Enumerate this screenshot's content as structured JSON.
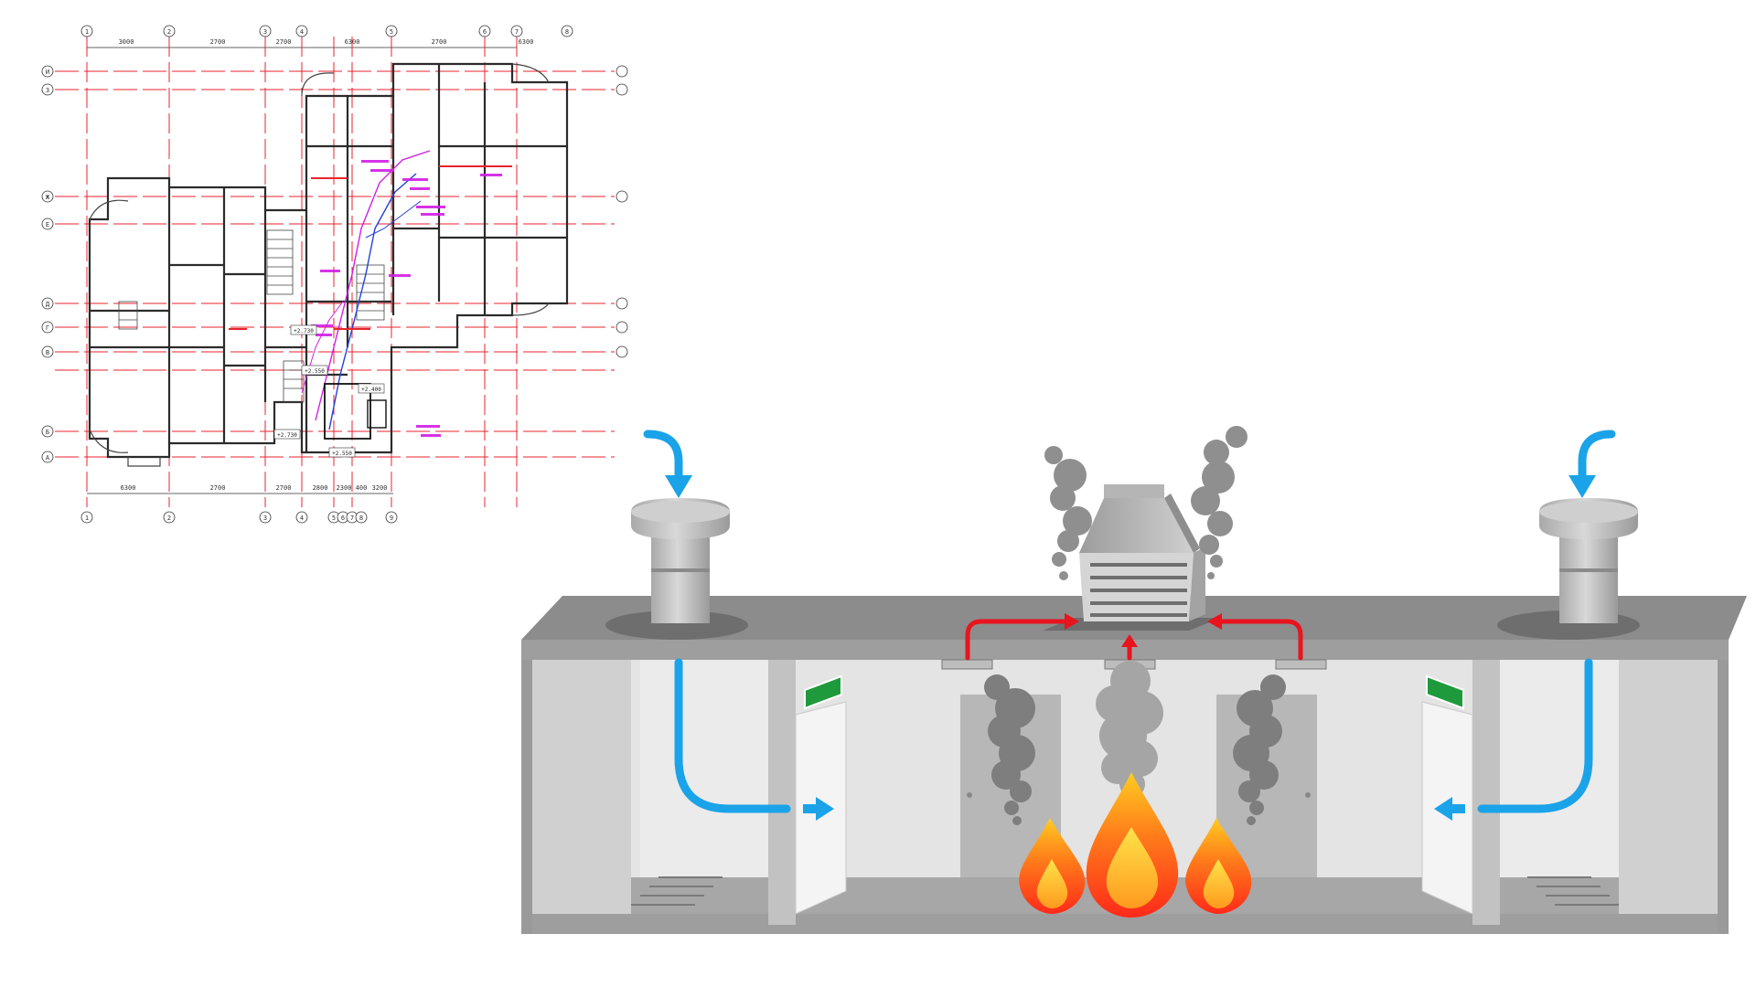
{
  "floor_plan": {
    "dimensions_top": [
      "3000",
      "2700",
      "2700",
      "6300",
      "2700",
      "6300"
    ],
    "dimensions_bottom": [
      "6300",
      "2700",
      "2700",
      "2800",
      "2300",
      "400",
      "3200"
    ],
    "grid_labels_top": [
      "1",
      "2",
      "3",
      "4",
      "5",
      "6",
      "7",
      "8"
    ],
    "grid_labels_bottom": [
      "1",
      "2",
      "3",
      "4",
      "5",
      "6",
      "7",
      "8",
      "9"
    ],
    "grid_labels_side": [
      "И",
      "З",
      "Ж",
      "Е",
      "Д",
      "Г",
      "В",
      "Б",
      "А"
    ],
    "room_tags": [
      "+2.730",
      "+2.550",
      "+2.400",
      "+2.730",
      "+2.550"
    ]
  },
  "colors": {
    "supply_air": "#1aa3e8",
    "smoke_exhaust": "#e8141e",
    "wall": "#9a9a9a",
    "roof": "#8c8c8c",
    "smoke": "#8f8f8f",
    "flame_outer": "#ff3d1f",
    "flame_inner": "#ffd21a",
    "exit_sign": "#1e9a3c",
    "cad_gridline": "#e8232e",
    "cad_pipe_magenta": "#d21ee6",
    "cad_pipe_blue": "#2241d8"
  },
  "icons": [
    "supply-air-arrow",
    "air-intake-fan",
    "smoke-exhaust-fan",
    "exit-sign",
    "fire-flame",
    "smoke-plume"
  ]
}
